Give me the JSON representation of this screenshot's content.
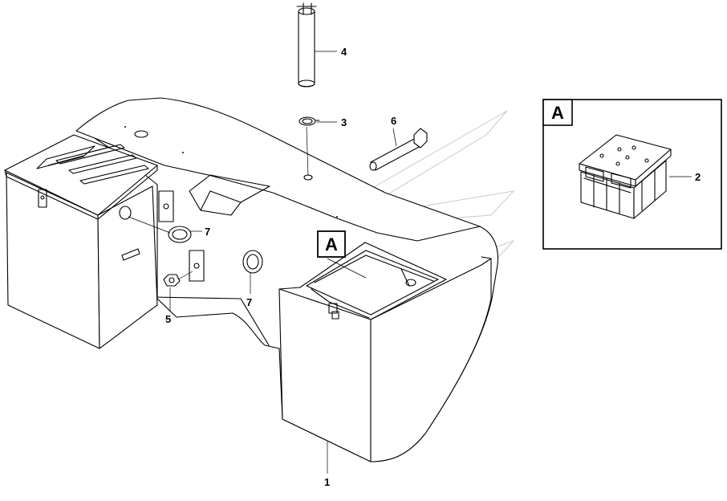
{
  "callouts": {
    "part_1": "1",
    "part_2": "2",
    "part_3": "3",
    "part_4": "4",
    "part_5": "5",
    "part_6": "6",
    "part_7_left": "7",
    "part_7_center": "7"
  },
  "view_labels": {
    "main_view_marker": "A",
    "detail_view_title": "A"
  },
  "colors": {
    "line": "#000000",
    "background": "#ffffff",
    "watermark": "#c9c9c9"
  }
}
